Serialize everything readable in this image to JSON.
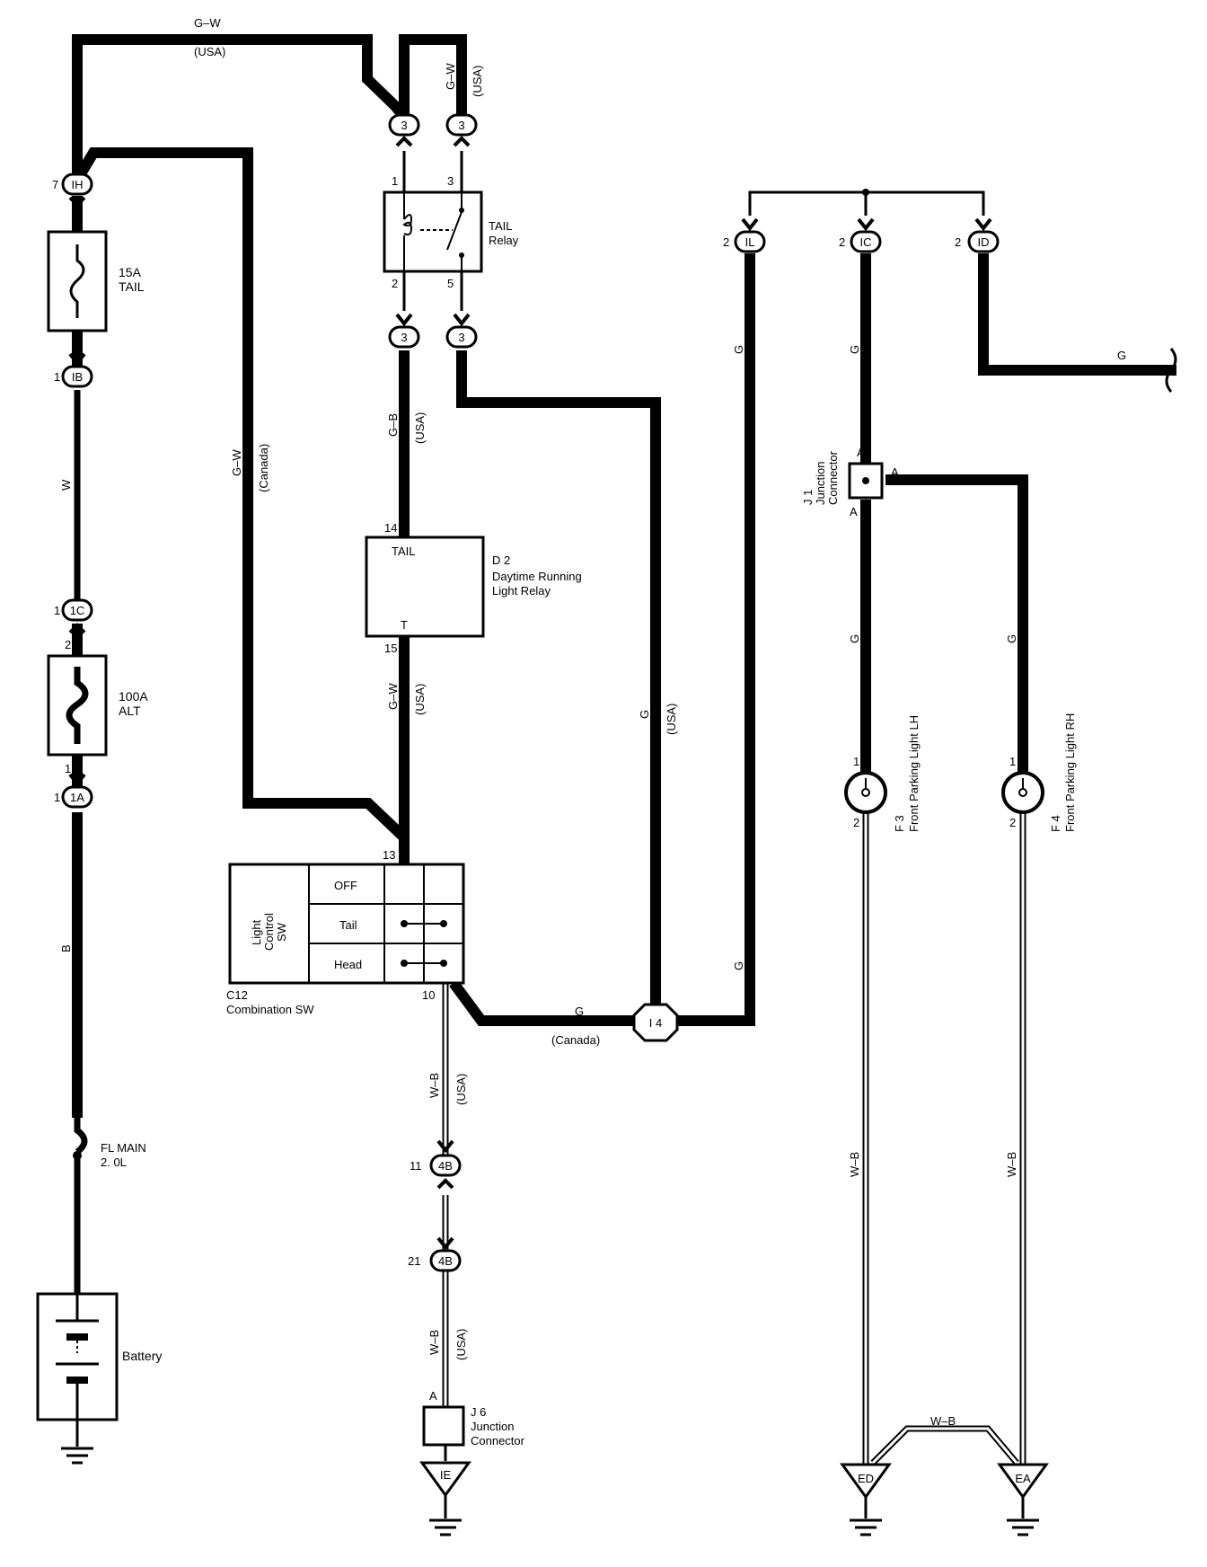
{
  "wires": {
    "gw_usa_top": {
      "color": "G–W",
      "region": "(USA)"
    },
    "gw_usa_right": {
      "color": "G–W",
      "region": "(USA)"
    },
    "w": "W",
    "b": "B",
    "gw_canada": {
      "color": "G–W",
      "region": "(Canada)"
    },
    "gb_usa": {
      "color": "G–B",
      "region": "(USA)"
    },
    "gw_usa_lower": {
      "color": "G–W",
      "region": "(USA)"
    },
    "g_usa": {
      "color": "G",
      "region": "(USA)"
    },
    "g_canada": {
      "color": "G",
      "region": "(Canada)"
    },
    "g_il": "G",
    "g_il_lower": "G",
    "g_ic": "G",
    "g_ic_lower": "G",
    "g_id": "G",
    "g_rh": "G",
    "wb_usa_1": {
      "color": "W–B",
      "region": "(USA)"
    },
    "wb_usa_2": {
      "color": "W–B",
      "region": "(USA)"
    },
    "wb_lh": "W–B",
    "wb_rh": "W–B",
    "wb_bottom": "W–B"
  },
  "connectors": {
    "ih": {
      "id": "IH",
      "pin": "7"
    },
    "ib": {
      "id": "IB",
      "pin": "1"
    },
    "ic1": {
      "id": "1C",
      "pin": "1"
    },
    "a1": {
      "id": "1A",
      "pin": "1"
    },
    "relay_in_l": {
      "id": "3"
    },
    "relay_in_r": {
      "id": "3"
    },
    "relay_out_l": {
      "id": "3"
    },
    "relay_out_r": {
      "id": "3"
    },
    "il": {
      "id": "IL",
      "pin": "2"
    },
    "icc": {
      "id": "IC",
      "pin": "2"
    },
    "id": {
      "id": "ID",
      "pin": "2"
    },
    "b4_top": {
      "id": "4B",
      "pin": "11"
    },
    "b4_bottom": {
      "id": "4B",
      "pin": "21"
    },
    "i4": {
      "id": "I 4"
    }
  },
  "components": {
    "fuse_tail": {
      "rating": "15A",
      "name": "TAIL",
      "pin_top": "",
      "pin_bottom": ""
    },
    "fuse_alt": {
      "rating": "100A",
      "name": "ALT",
      "pin_top": "2",
      "pin_bottom": "1"
    },
    "fl_main": {
      "line1": "FL MAIN",
      "line2": "2. 0L"
    },
    "battery": "Battery",
    "tail_relay": {
      "line1": "TAIL",
      "line2": "Relay",
      "pin1": "1",
      "pin3": "3",
      "pin2": "2",
      "pin5": "5"
    },
    "drl_relay": {
      "id": "D 2",
      "line1": "Daytime Running",
      "line2": "Light Relay",
      "term_top": "TAIL",
      "term_bottom": "T",
      "pin_top": "14",
      "pin_bottom": "15"
    },
    "combo_sw": {
      "id": "C12",
      "name": "Combination SW",
      "side_label": [
        "Light",
        "Control",
        "SW"
      ],
      "rows": [
        "OFF",
        "Tail",
        "Head"
      ],
      "pin_top": "13",
      "pin_bottom": "10"
    },
    "j1": {
      "id": "J 1",
      "line1": "Junction",
      "line2": "Connector",
      "pin_a_top": "A",
      "pin_a_right": "A",
      "pin_a_bottom": "A"
    },
    "j6": {
      "id": "J 6",
      "line1": "Junction",
      "line2": "Connector",
      "pin": "A"
    },
    "f3": {
      "id": "F 3",
      "name": "Front Parking Light LH",
      "pin_top": "1",
      "pin_bottom": "2"
    },
    "f4": {
      "id": "F 4",
      "name": "Front Parking Light RH",
      "pin_top": "1",
      "pin_bottom": "2"
    }
  },
  "grounds": {
    "ie": "IE",
    "ed": "ED",
    "ea": "EA"
  }
}
